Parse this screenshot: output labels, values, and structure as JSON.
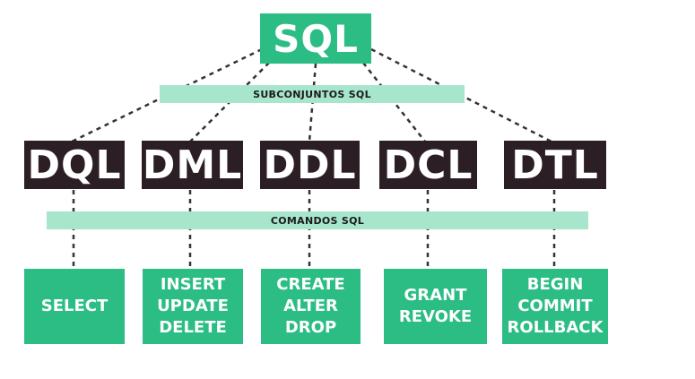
{
  "root": {
    "label": "SQL"
  },
  "subsets_band": {
    "label": "SUBCONJUNTOS SQL"
  },
  "commands_band": {
    "label": "COMANDOS SQL"
  },
  "colors": {
    "green": "#2bbd84",
    "light_green": "#a7e6cd",
    "dark": "#2b1f25"
  },
  "categories": [
    {
      "label": "DQL",
      "commands": [
        "SELECT"
      ]
    },
    {
      "label": "DML",
      "commands": [
        "INSERT",
        "UPDATE",
        "DELETE"
      ]
    },
    {
      "label": "DDL",
      "commands": [
        "CREATE",
        "ALTER",
        "DROP"
      ]
    },
    {
      "label": "DCL",
      "commands": [
        "GRANT",
        "REVOKE"
      ]
    },
    {
      "label": "DTL",
      "commands": [
        "BEGIN",
        "COMMIT",
        "ROLLBACK"
      ]
    }
  ]
}
